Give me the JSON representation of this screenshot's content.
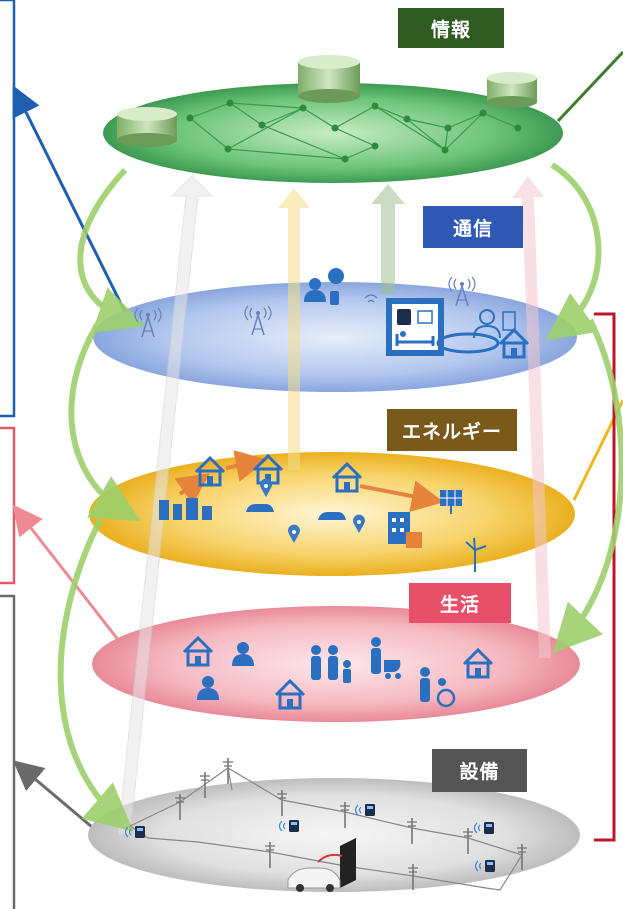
{
  "layers": [
    {
      "id": "info",
      "label": "情報",
      "color": "#2f5a22"
    },
    {
      "id": "comm",
      "label": "通信",
      "color": "#2f58b4"
    },
    {
      "id": "energy",
      "label": "エネルギー",
      "color": "#7a5a1a"
    },
    {
      "id": "life",
      "label": "生活",
      "color": "#e8506a"
    },
    {
      "id": "equip",
      "label": "設備",
      "color": "#545454"
    }
  ],
  "colors": {
    "info_disc": "#5cb86a",
    "comm_disc": "#9fb8e6",
    "energy_disc": "#f2c43a",
    "life_disc": "#f0a4ae",
    "equip_disc": "#d8d8d8",
    "blue_frame": "#1e5fb0",
    "red_frame": "#e05a6a",
    "gray_frame": "#6a6a6a",
    "bracket": "#c0142a",
    "cycle_arrow": "#8cc85a"
  },
  "icons": [
    "database-icon",
    "antenna-icon",
    "wifi-icon",
    "house-icon",
    "person-icon",
    "family-icon",
    "wheelchair-icon",
    "location-pin-icon",
    "solar-panel-icon",
    "wind-turbine-icon",
    "factory-icon",
    "utility-pole-icon",
    "smart-meter-icon",
    "car-icon",
    "ev-charger-icon",
    "doctor-icon",
    "hospital-bed-icon"
  ]
}
